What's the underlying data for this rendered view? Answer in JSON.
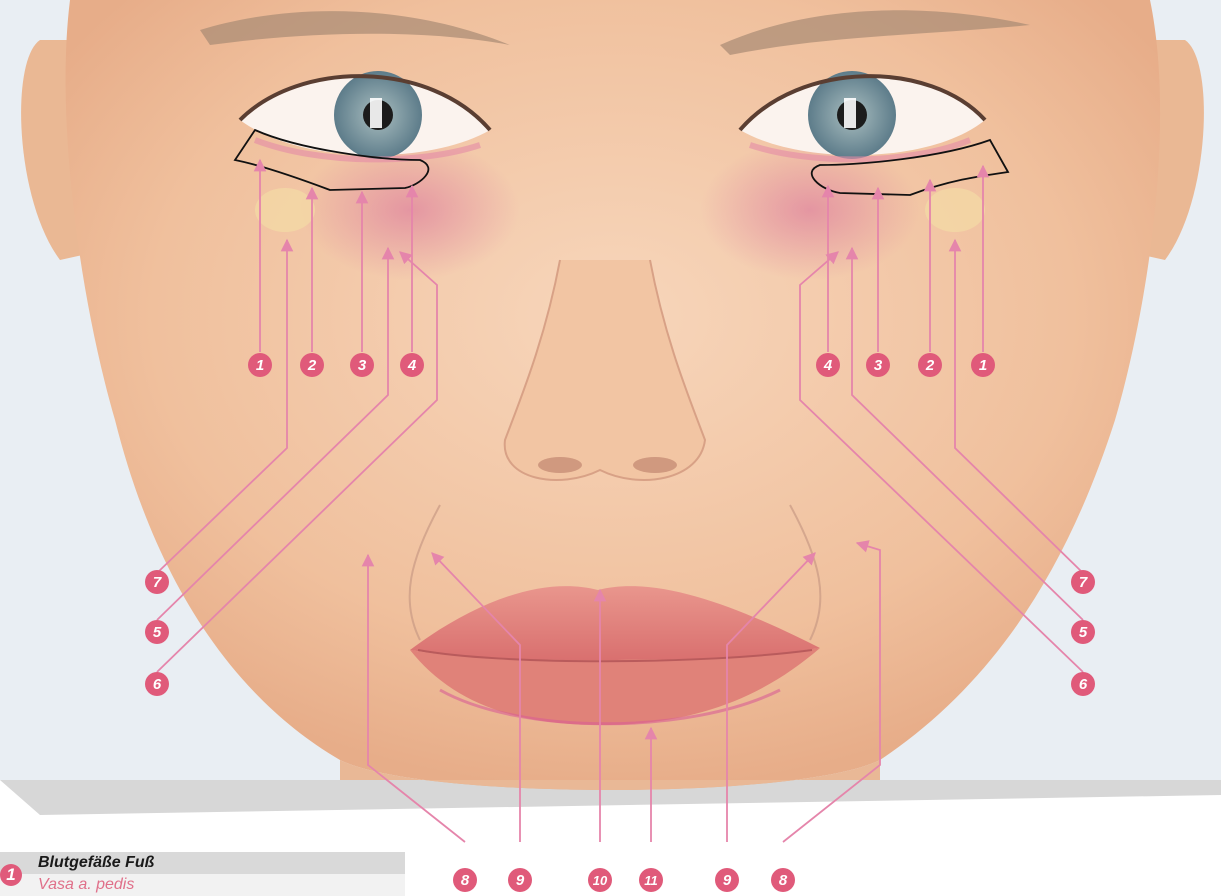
{
  "callout_labels": {
    "l1": "1",
    "l2": "2",
    "l3": "3",
    "l4": "4",
    "l5": "5",
    "l6": "6",
    "l7": "7",
    "l8": "8",
    "l9": "9",
    "l10": "10",
    "l11": "11"
  },
  "legend": {
    "number": "1",
    "title": "Blutgefäße Fuß",
    "subtitle": "Vasa a. pedis"
  },
  "colors": {
    "callout": "#e05a7a",
    "skin": "#f3c7a6",
    "lips": "#e58a85",
    "background": "#e9eef3"
  }
}
